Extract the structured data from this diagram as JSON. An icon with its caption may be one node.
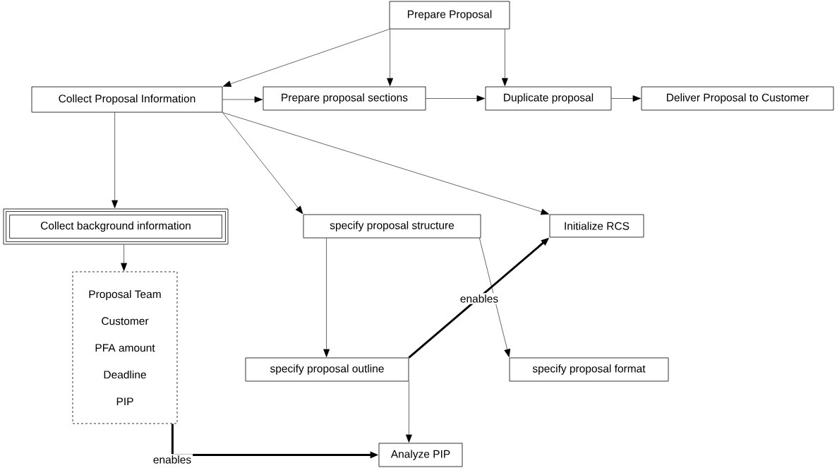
{
  "diagram": {
    "nodes": [
      {
        "text": [
          "Prepare Proposal"
        ]
      },
      {
        "text": [
          "Collect Proposal Information"
        ]
      },
      {
        "text": [
          "Prepare proposal sections"
        ]
      },
      {
        "text": [
          "Duplicate proposal"
        ]
      },
      {
        "text": [
          "Deliver Proposal to Customer"
        ]
      },
      {
        "text": [
          "Collect background information"
        ]
      },
      {
        "text": [
          "specify proposal structure"
        ]
      },
      {
        "text": [
          "Initialize RCS"
        ]
      },
      {
        "text": [
          "Proposal Team",
          "Customer",
          "PFA amount",
          "Deadline",
          "PIP"
        ]
      },
      {
        "text": [
          "specify proposal outline"
        ]
      },
      {
        "text": [
          "specify proposal format"
        ]
      },
      {
        "text": [
          "Analyze PIP"
        ]
      }
    ],
    "edges": [
      {
        "from": 0,
        "to": 1,
        "arrow": "to"
      },
      {
        "from": 0,
        "to": 2,
        "arrow": "to"
      },
      {
        "from": 0,
        "to": 3,
        "arrow": "to"
      },
      {
        "from": 1,
        "to": 2,
        "arrow": "to"
      },
      {
        "from": 2,
        "to": 3,
        "arrow": "to"
      },
      {
        "from": 3,
        "to": 4,
        "arrow": "to"
      },
      {
        "from": 1,
        "to": 5,
        "arrow": "to"
      },
      {
        "from": 1,
        "to": 6,
        "arrow": "to"
      },
      {
        "from": 1,
        "to": 7,
        "arrow": "to"
      },
      {
        "from": 5,
        "to": 8,
        "arrow": "to"
      },
      {
        "from": 6,
        "to": 9,
        "arrow": "to"
      },
      {
        "from": 6,
        "to": 10,
        "arrow": "to"
      },
      {
        "from": 9,
        "to": 7,
        "arrow": "to",
        "label": "enables",
        "style": "thick"
      },
      {
        "from": 9,
        "to": 11,
        "arrow": "to"
      },
      {
        "from": 8,
        "to": 11,
        "arrow": "to",
        "label": "enables",
        "style": "thick"
      }
    ]
  }
}
